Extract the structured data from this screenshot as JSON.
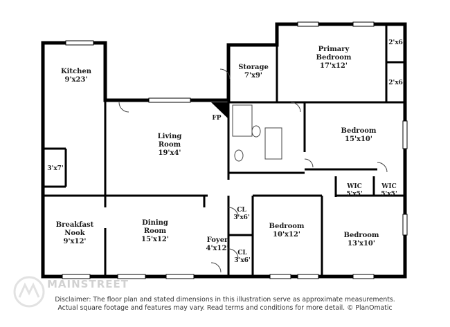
{
  "rooms": {
    "kitchen": {
      "name": "Kitchen",
      "size": "9'x23'"
    },
    "living": {
      "name1": "Living",
      "name2": "Room",
      "size": "19'x4'"
    },
    "storage": {
      "name": "Storage",
      "size": "7'x9'"
    },
    "primary": {
      "name1": "Primary",
      "name2": "Bedroom",
      "size": "17'x12'"
    },
    "bed_right": {
      "name": "Bedroom",
      "size": "15'x10'"
    },
    "closet_left": {
      "size": "3'x7'"
    },
    "breakfast": {
      "name1": "Breakfast",
      "name2": "Nook",
      "size": "9'x12'"
    },
    "dining": {
      "name1": "Dining",
      "name2": "Room",
      "size": "15'x12'"
    },
    "foyer": {
      "name": "Foyer",
      "size": "4'x12'"
    },
    "cl_top": {
      "name": "CL",
      "size": "3'x6'"
    },
    "cl_bottom": {
      "name": "CL",
      "size": "3'x6'"
    },
    "bed_middle": {
      "name": "Bedroom",
      "size": "10'x12'"
    },
    "bed_bottom_right": {
      "name": "Bedroom",
      "size": "13'x10'"
    },
    "wic1": {
      "name": "WIC",
      "size": "5'x5'"
    },
    "wic2": {
      "name": "WIC",
      "size": "5'x5'"
    },
    "closet_primary_top": {
      "size": "2'x6'"
    },
    "closet_primary_bottom": {
      "size": "2'x6'"
    },
    "fireplace": {
      "label": "FP"
    }
  },
  "disclaimer": {
    "line1": "Disclaimer: The floor plan and stated dimensions in this illustration serve as approximate measurements.",
    "line2": "Actual square footage and features may vary. Read terms and conditions for more detail. © PlanOmatic"
  },
  "watermark": {
    "text": "MAINSTREET"
  }
}
